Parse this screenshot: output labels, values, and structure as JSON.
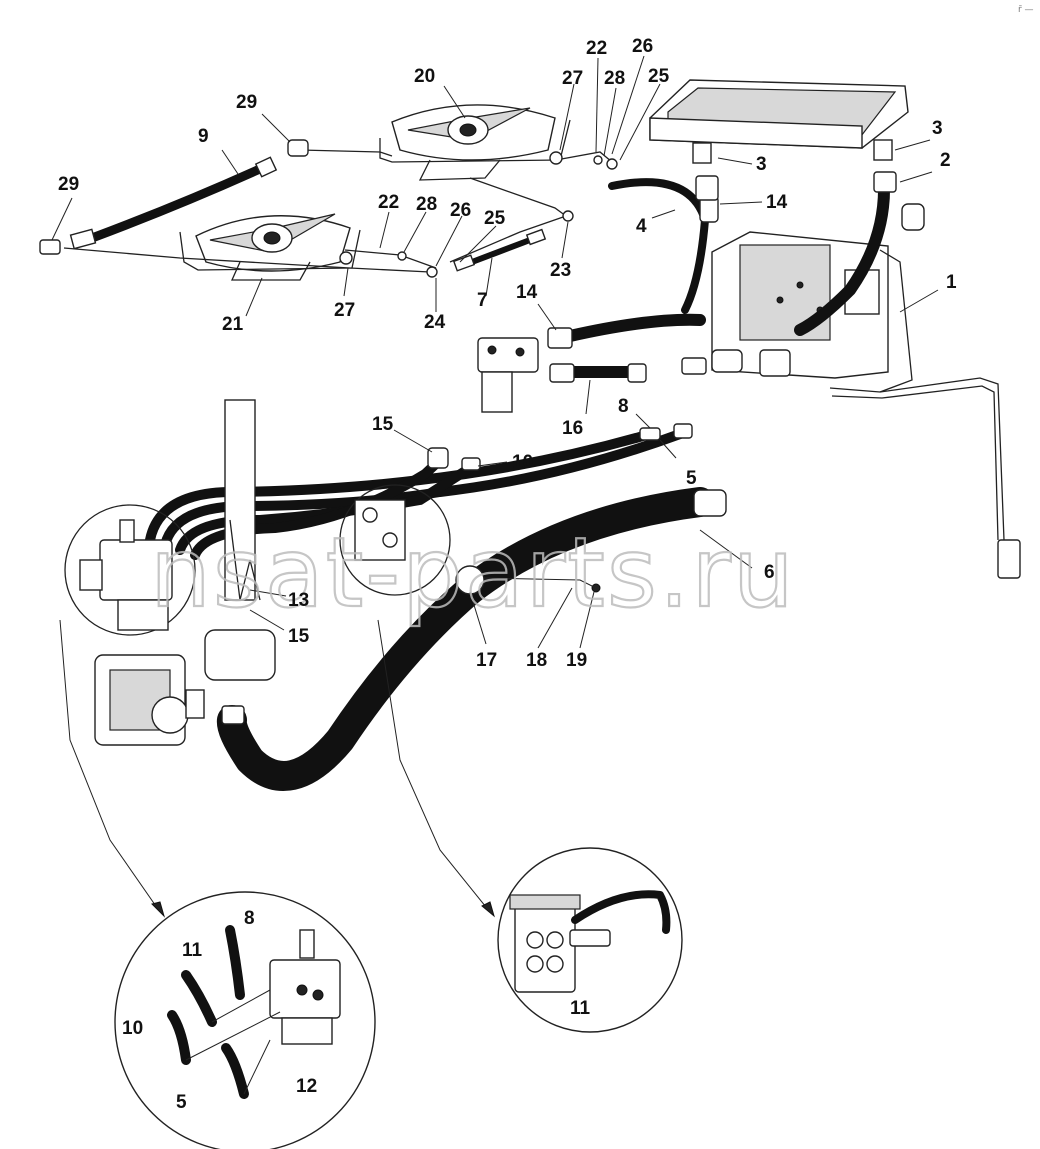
{
  "watermark": "nsat-parts.ru",
  "corner_mark": "r̄ —",
  "callouts": [
    {
      "id": "c1",
      "label": "1"
    },
    {
      "id": "c2",
      "label": "2"
    },
    {
      "id": "c3a",
      "label": "3"
    },
    {
      "id": "c3b",
      "label": "3"
    },
    {
      "id": "c4",
      "label": "4"
    },
    {
      "id": "c5a",
      "label": "5"
    },
    {
      "id": "c5b",
      "label": "5"
    },
    {
      "id": "c6",
      "label": "6"
    },
    {
      "id": "c7",
      "label": "7"
    },
    {
      "id": "c8a",
      "label": "8"
    },
    {
      "id": "c8b",
      "label": "8"
    },
    {
      "id": "c9",
      "label": "9"
    },
    {
      "id": "c10a",
      "label": "10"
    },
    {
      "id": "c10b",
      "label": "10"
    },
    {
      "id": "c11a",
      "label": "11"
    },
    {
      "id": "c11b",
      "label": "11"
    },
    {
      "id": "c12",
      "label": "12"
    },
    {
      "id": "c13",
      "label": "13"
    },
    {
      "id": "c14a",
      "label": "14"
    },
    {
      "id": "c14b",
      "label": "14"
    },
    {
      "id": "c15a",
      "label": "15"
    },
    {
      "id": "c15b",
      "label": "15"
    },
    {
      "id": "c16",
      "label": "16"
    },
    {
      "id": "c17",
      "label": "17"
    },
    {
      "id": "c18",
      "label": "18"
    },
    {
      "id": "c19",
      "label": "19"
    },
    {
      "id": "c20",
      "label": "20"
    },
    {
      "id": "c21",
      "label": "21"
    },
    {
      "id": "c22a",
      "label": "22"
    },
    {
      "id": "c22b",
      "label": "22"
    },
    {
      "id": "c23",
      "label": "23"
    },
    {
      "id": "c24",
      "label": "24"
    },
    {
      "id": "c25a",
      "label": "25"
    },
    {
      "id": "c25b",
      "label": "25"
    },
    {
      "id": "c26a",
      "label": "26"
    },
    {
      "id": "c26b",
      "label": "26"
    },
    {
      "id": "c27a",
      "label": "27"
    },
    {
      "id": "c27b",
      "label": "27"
    },
    {
      "id": "c28a",
      "label": "28"
    },
    {
      "id": "c28b",
      "label": "28"
    },
    {
      "id": "c29a",
      "label": "29"
    },
    {
      "id": "c29b",
      "label": "29"
    }
  ]
}
